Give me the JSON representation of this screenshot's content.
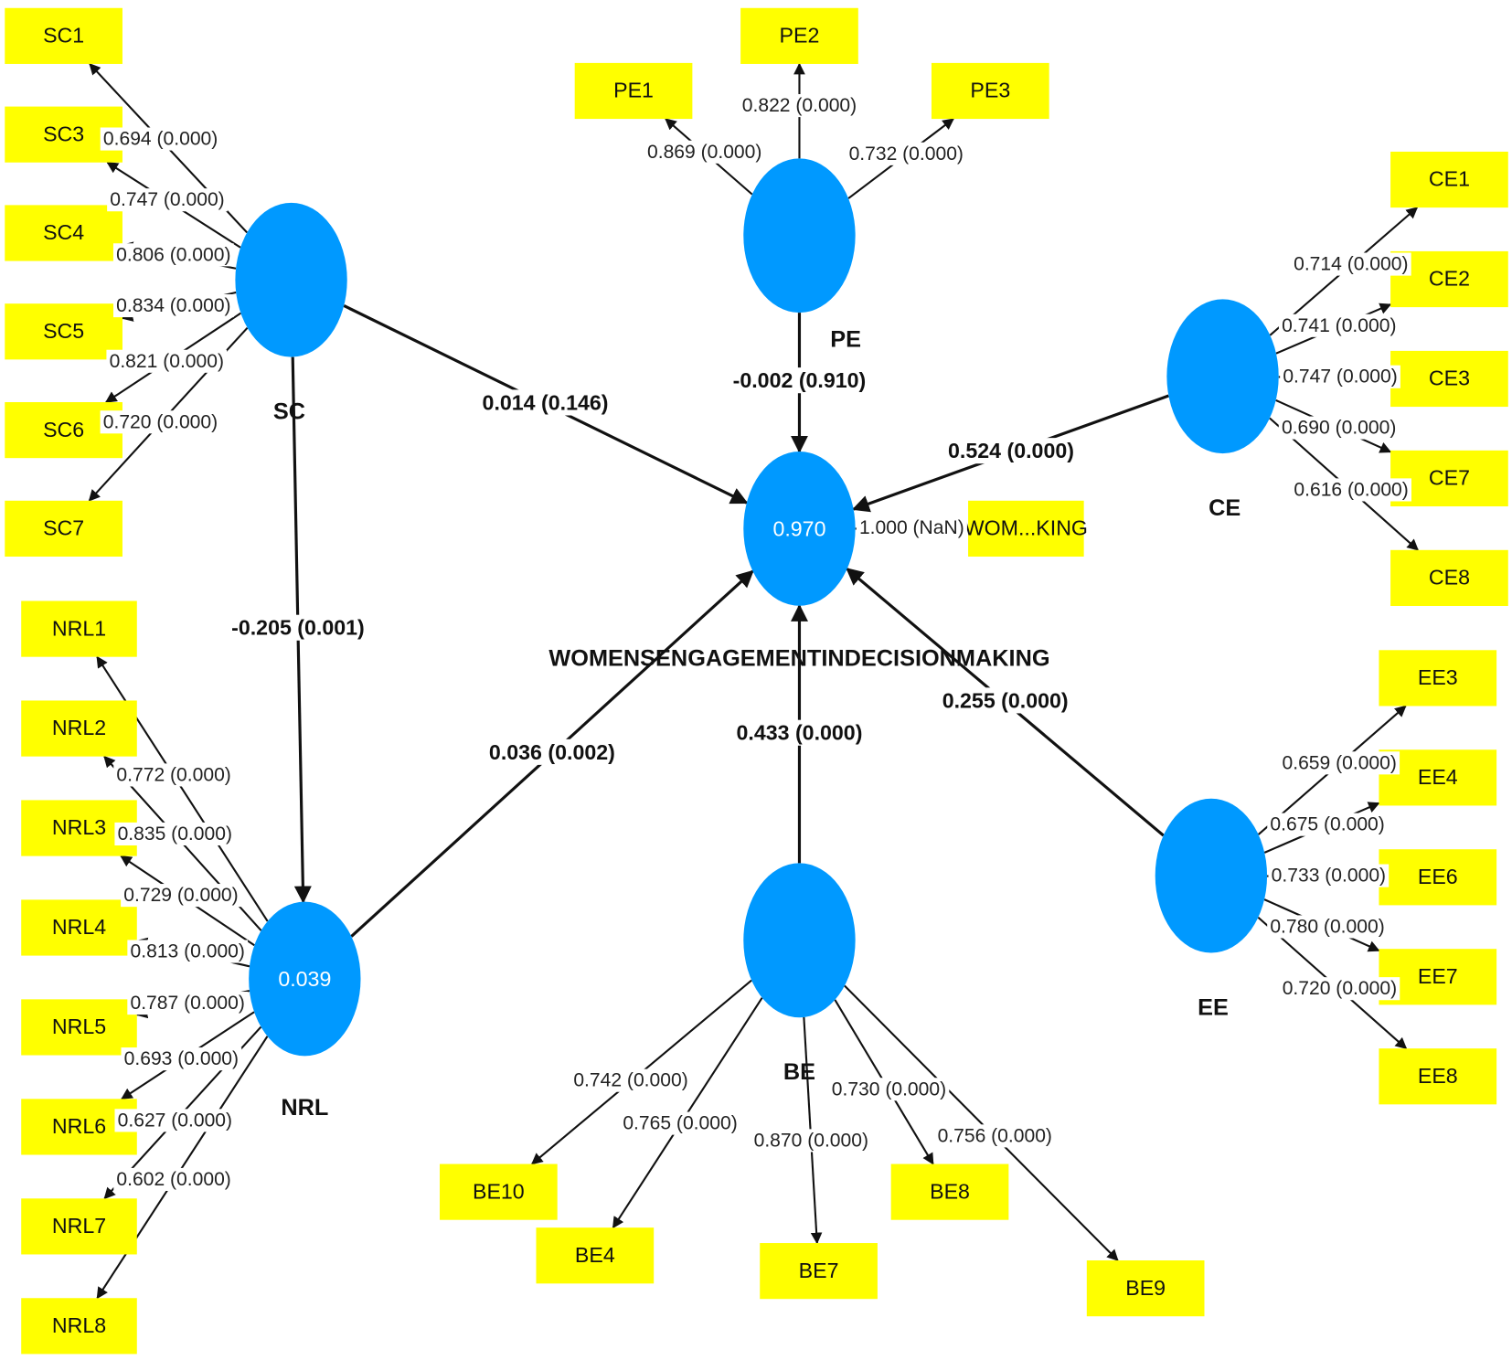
{
  "colors": {
    "construct": "#0099ff",
    "indicator": "#ffff00",
    "line": "#111111"
  },
  "constructs": [
    {
      "id": "SC",
      "label": "SC",
      "r2": ""
    },
    {
      "id": "PE",
      "label": "PE",
      "r2": ""
    },
    {
      "id": "CE",
      "label": "CE",
      "r2": ""
    },
    {
      "id": "WOM",
      "label": "WOMENSENGAGEMENTINDECISIONMAKING",
      "r2": "0.970"
    },
    {
      "id": "NRL",
      "label": "NRL",
      "r2": "0.039"
    },
    {
      "id": "BE",
      "label": "BE",
      "r2": ""
    },
    {
      "id": "EE",
      "label": "EE",
      "r2": ""
    }
  ],
  "indicators": [
    {
      "name": "SC1",
      "construct": "SC",
      "loading": "0.694 (0.000)"
    },
    {
      "name": "SC3",
      "construct": "SC",
      "loading": "0.747 (0.000)"
    },
    {
      "name": "SC4",
      "construct": "SC",
      "loading": "0.806 (0.000)"
    },
    {
      "name": "SC5",
      "construct": "SC",
      "loading": "0.834 (0.000)"
    },
    {
      "name": "SC6",
      "construct": "SC",
      "loading": "0.821 (0.000)"
    },
    {
      "name": "SC7",
      "construct": "SC",
      "loading": "0.720 (0.000)"
    },
    {
      "name": "PE1",
      "construct": "PE",
      "loading": "0.869 (0.000)"
    },
    {
      "name": "PE2",
      "construct": "PE",
      "loading": "0.822 (0.000)"
    },
    {
      "name": "PE3",
      "construct": "PE",
      "loading": "0.732 (0.000)"
    },
    {
      "name": "CE1",
      "construct": "CE",
      "loading": "0.714 (0.000)"
    },
    {
      "name": "CE2",
      "construct": "CE",
      "loading": "0.741 (0.000)"
    },
    {
      "name": "CE3",
      "construct": "CE",
      "loading": "0.747 (0.000)"
    },
    {
      "name": "CE7",
      "construct": "CE",
      "loading": "0.690 (0.000)"
    },
    {
      "name": "CE8",
      "construct": "CE",
      "loading": "0.616 (0.000)"
    },
    {
      "name": "EE3",
      "construct": "EE",
      "loading": "0.659 (0.000)"
    },
    {
      "name": "EE4",
      "construct": "EE",
      "loading": "0.675 (0.000)"
    },
    {
      "name": "EE6",
      "construct": "EE",
      "loading": "0.733 (0.000)"
    },
    {
      "name": "EE7",
      "construct": "EE",
      "loading": "0.780 (0.000)"
    },
    {
      "name": "EE8",
      "construct": "EE",
      "loading": "0.720 (0.000)"
    },
    {
      "name": "NRL1",
      "construct": "NRL",
      "loading": "0.772 (0.000)"
    },
    {
      "name": "NRL2",
      "construct": "NRL",
      "loading": "0.835 (0.000)"
    },
    {
      "name": "NRL3",
      "construct": "NRL",
      "loading": "0.729 (0.000)"
    },
    {
      "name": "NRL4",
      "construct": "NRL",
      "loading": "0.813 (0.000)"
    },
    {
      "name": "NRL5",
      "construct": "NRL",
      "loading": "0.787 (0.000)"
    },
    {
      "name": "NRL6",
      "construct": "NRL",
      "loading": "0.693 (0.000)"
    },
    {
      "name": "NRL7",
      "construct": "NRL",
      "loading": "0.627 (0.000)"
    },
    {
      "name": "NRL8",
      "construct": "NRL",
      "loading": "0.602 (0.000)"
    },
    {
      "name": "BE10",
      "construct": "BE",
      "loading": "0.742 (0.000)"
    },
    {
      "name": "BE4",
      "construct": "BE",
      "loading": "0.765 (0.000)"
    },
    {
      "name": "BE7",
      "construct": "BE",
      "loading": "0.870 (0.000)"
    },
    {
      "name": "BE8",
      "construct": "BE",
      "loading": "0.730 (0.000)"
    },
    {
      "name": "BE9",
      "construct": "BE",
      "loading": "0.756 (0.000)"
    },
    {
      "name": "WOM...KING",
      "construct": "WOM",
      "loading": "1.000 (NaN)"
    }
  ],
  "paths": [
    {
      "from": "SC",
      "to": "WOM",
      "label": "0.014 (0.146)"
    },
    {
      "from": "PE",
      "to": "WOM",
      "label": "-0.002 (0.910)"
    },
    {
      "from": "CE",
      "to": "WOM",
      "label": "0.524 (0.000)"
    },
    {
      "from": "NRL",
      "to": "WOM",
      "label": "0.036 (0.002)"
    },
    {
      "from": "BE",
      "to": "WOM",
      "label": "0.433 (0.000)"
    },
    {
      "from": "EE",
      "to": "WOM",
      "label": "0.255 (0.000)"
    },
    {
      "from": "SC",
      "to": "NRL",
      "label": "-0.205 (0.001)"
    }
  ]
}
